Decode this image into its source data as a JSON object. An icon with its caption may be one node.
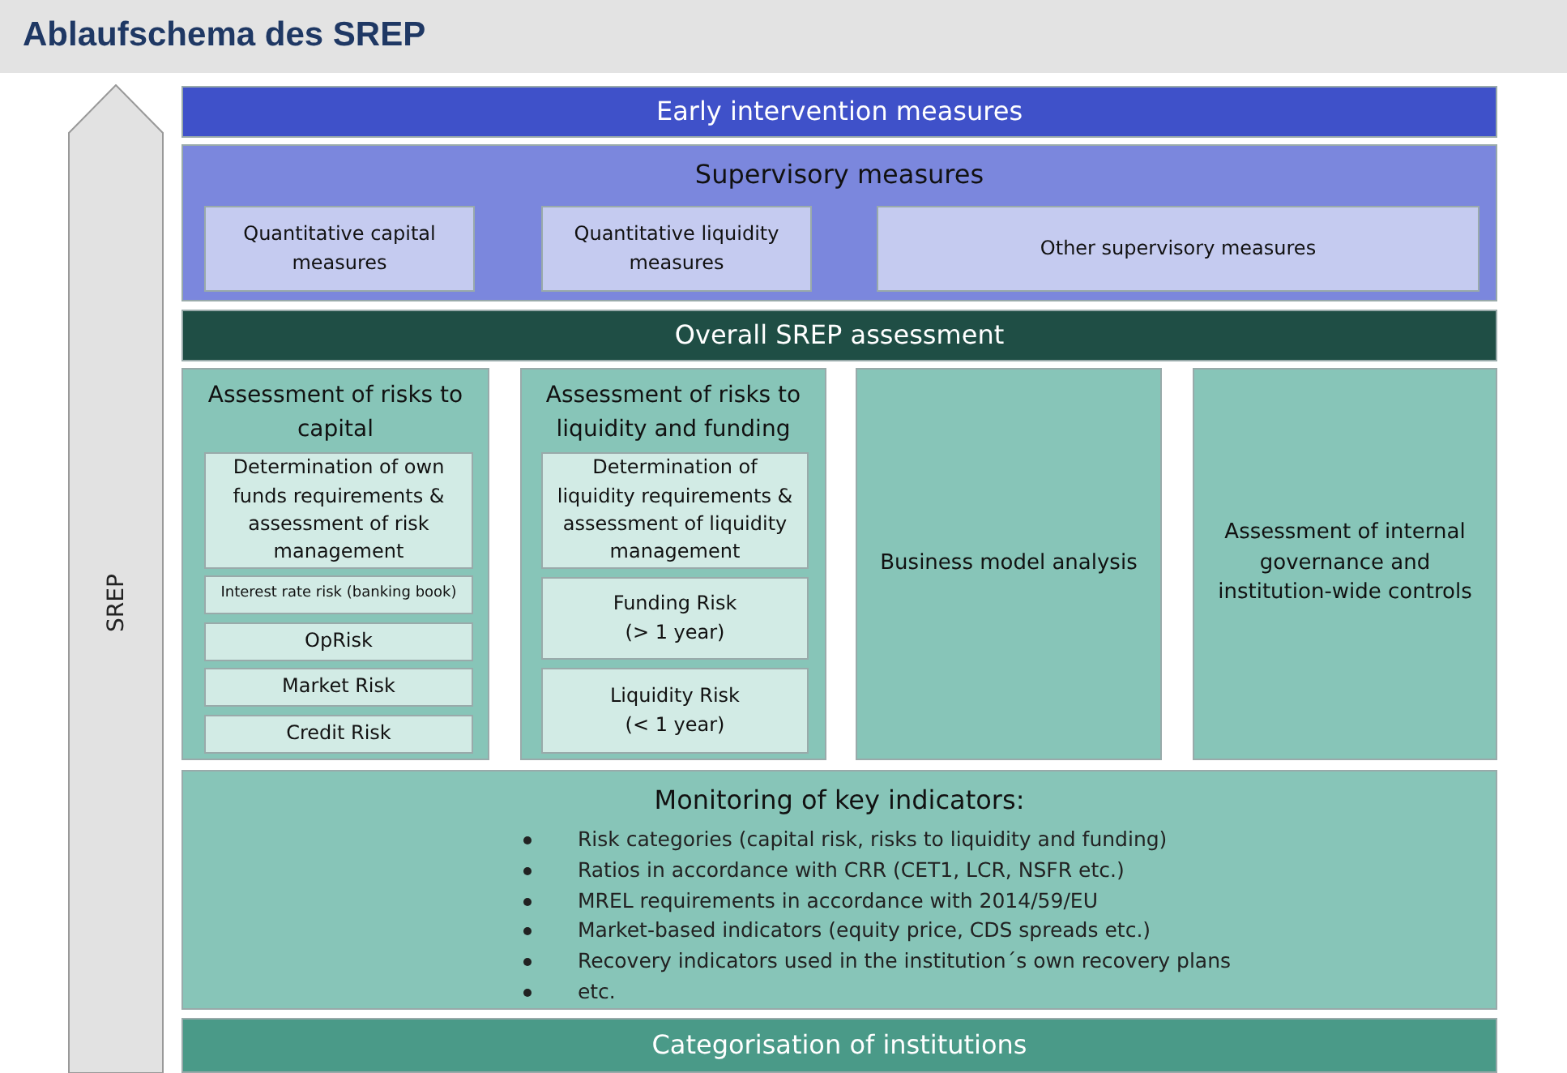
{
  "diagram": {
    "title": "Ablaufschema des SREP",
    "nodes": [
      {
        "text": [
          "SREP"
        ]
      },
      {
        "text": [
          "Early intervention measures"
        ]
      },
      {
        "text": [
          "Supervisory measures"
        ]
      },
      {
        "text": [
          "Quantitative capital measures"
        ],
        "in": 2
      },
      {
        "text": [
          "Quantitative liquidity measures"
        ],
        "in": 2
      },
      {
        "text": [
          "Other supervisory measures"
        ],
        "in": 2
      },
      {
        "text": [
          "Overall SREP assessment"
        ]
      },
      {
        "text": [
          "Assessment of risks to capital"
        ]
      },
      {
        "text": [
          "Determination of own funds requirements & assessment of risk management"
        ],
        "in": 7
      },
      {
        "text": [
          "Interest rate risk (banking book)"
        ],
        "in": 7
      },
      {
        "text": [
          "OpRisk"
        ],
        "in": 7
      },
      {
        "text": [
          "Market Risk"
        ],
        "in": 7
      },
      {
        "text": [
          "Credit Risk"
        ],
        "in": 7
      },
      {
        "text": [
          "Assessment of risks to liquidity and funding"
        ]
      },
      {
        "text": [
          "Determination of liquidity requirements & assessment of liquidity management"
        ],
        "in": 13
      },
      {
        "text": [
          "Funding Risk (> 1 year)"
        ],
        "in": 13
      },
      {
        "text": [
          "Liquidity Risk (< 1 year)"
        ],
        "in": 13
      },
      {
        "text": [
          "Business model analysis"
        ]
      },
      {
        "text": [
          "Assessment of internal governance and institution-wide controls"
        ]
      },
      {
        "text": [
          "Monitoring of key indicators:",
          "Risk categories (capital risk, risks to liquidity and funding)",
          "Ratios in accordance with CRR (CET1, LCR, NSFR etc.)",
          "MREL requirements in accordance with 2014/59/EU",
          "Market-based indicators (equity price, CDS spreads etc.)",
          "Recovery indicators used in the institution´s own recovery plans",
          "etc."
        ]
      },
      {
        "text": [
          "Categorisation of institutions"
        ]
      }
    ]
  }
}
